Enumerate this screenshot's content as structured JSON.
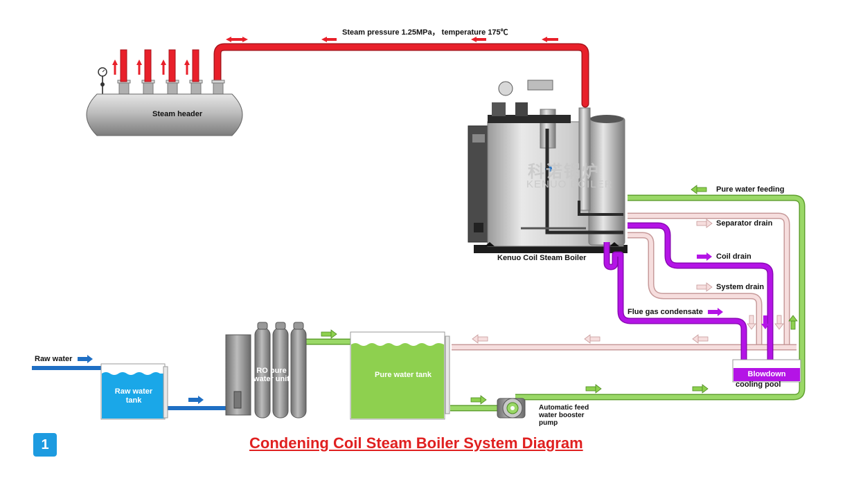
{
  "labels": {
    "steam_pressure": "Steam pressure 1.25MPa， temperature 175℃",
    "steam_header": "Steam header",
    "boiler": "Kenuo Coil Steam Boiler",
    "pure_water_feeding": "Pure water feeding",
    "separator_drain": "Separator drain",
    "coil_drain": "Coil drain",
    "system_drain": "System drain",
    "flue_gas_condensate": "Flue gas condensate",
    "raw_water": "Raw  water",
    "raw_water_tank": "Raw water tank",
    "ro_unit": "RO pure water unit",
    "pure_water_tank": "Pure water tank",
    "blowdown": "Blowdown",
    "cooling_pool": "cooling pool",
    "pump": "Automatic feed water booster pump"
  },
  "logo": {
    "cn": "科诺锅炉",
    "en": "KENUO BOILER"
  },
  "figure_number": "1",
  "title": "Condening Coil Steam Boiler System Diagram",
  "colors": {
    "steam": "#e8202a",
    "pure_water": "#8ed04f",
    "drain": "#f3cece",
    "coil_drain": "#b414e6",
    "raw_water": "#1f6fc4",
    "tank_water_blue": "#1aa7e8",
    "tank_water_green": "#8ed04f",
    "title_red": "#e02020"
  }
}
